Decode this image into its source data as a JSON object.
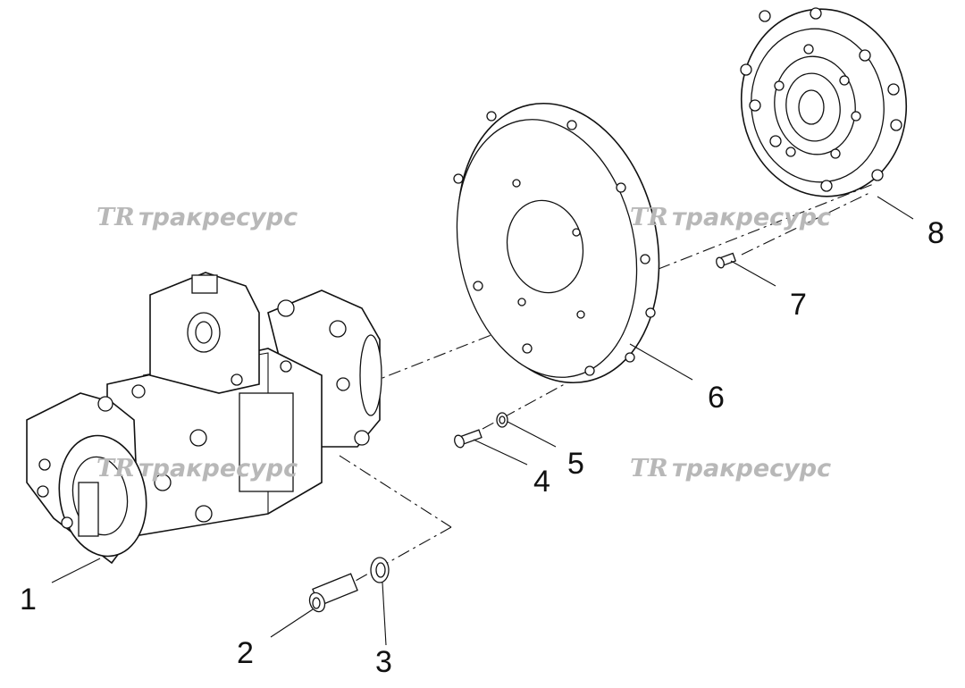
{
  "watermarks": [
    {
      "logo": "TR",
      "text": "тракресурс"
    },
    {
      "logo": "TR",
      "text": "тракресурс"
    },
    {
      "logo": "TR",
      "text": "тракресурс"
    },
    {
      "logo": "TR",
      "text": "тракресурс"
    }
  ],
  "callouts": [
    "1",
    "2",
    "3",
    "4",
    "5",
    "6",
    "7",
    "8"
  ],
  "colors": {
    "line": "#111111",
    "watermark": "#b8b8b8",
    "background": "#ffffff"
  }
}
